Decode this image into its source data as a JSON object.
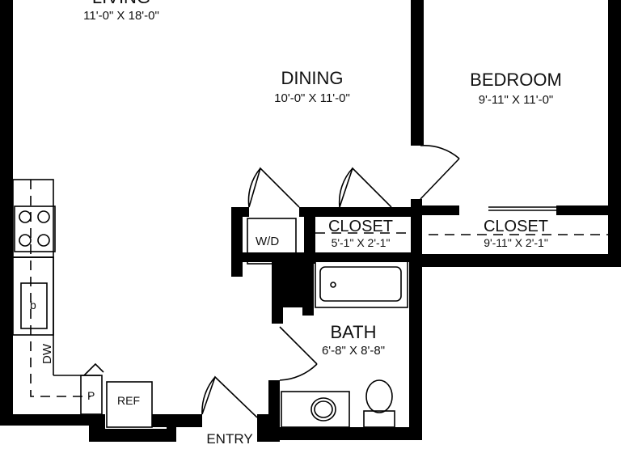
{
  "rooms": {
    "living": {
      "name": "LIVING",
      "dims": "11'-0\" X 18'-0\""
    },
    "dining": {
      "name": "DINING",
      "dims": "10'-0\" X 11'-0\""
    },
    "bedroom": {
      "name": "BEDROOM",
      "dims": "9'-11\" X 11'-0\""
    },
    "closet_1": {
      "name": "CLOSET",
      "dims": "5'-1\" X 2'-1\""
    },
    "closet_2": {
      "name": "CLOSET",
      "dims": "9'-11\" X 2'-1\""
    },
    "bath": {
      "name": "BATH",
      "dims": "6'-8\" X 8'-8\""
    }
  },
  "fixtures": {
    "washer_dryer": "W/D",
    "dishwasher": "DW",
    "pantry": "P",
    "refrigerator": "REF",
    "sink": "b"
  },
  "entry": "ENTRY"
}
